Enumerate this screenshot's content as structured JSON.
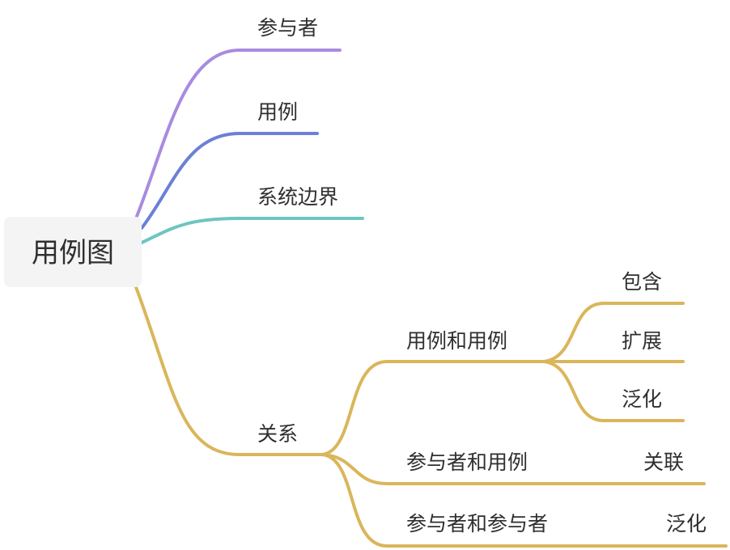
{
  "root": {
    "label": "用例图"
  },
  "branches": [
    {
      "label": "参与者",
      "color": "#a98be0"
    },
    {
      "label": "用例",
      "color": "#6b80d6"
    },
    {
      "label": "系统边界",
      "color": "#6dc5c1"
    },
    {
      "label": "关系",
      "color": "#dab65b",
      "children": [
        {
          "label": "用例和用例",
          "children": [
            {
              "label": "包含"
            },
            {
              "label": "扩展"
            },
            {
              "label": "泛化"
            }
          ]
        },
        {
          "label": "参与者和用例",
          "children": [
            {
              "label": "关联"
            }
          ]
        },
        {
          "label": "参与者和参与者",
          "children": [
            {
              "label": "泛化"
            }
          ]
        }
      ]
    }
  ]
}
